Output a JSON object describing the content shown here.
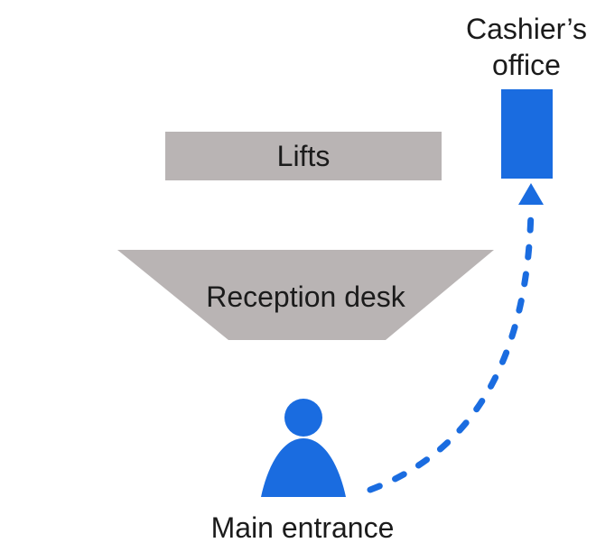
{
  "labels": {
    "cashier_office": "Cashier’s office",
    "lifts": "Lifts",
    "reception_desk": "Reception desk",
    "main_entrance": "Main entrance"
  },
  "icons": {
    "person": "person-icon",
    "route_arrow": "dashed-route-arrow"
  },
  "colors": {
    "accent_blue": "#1a6ce0",
    "shape_gray": "#b9b4b4",
    "text": "#1b1b1b",
    "background": "#ffffff"
  }
}
